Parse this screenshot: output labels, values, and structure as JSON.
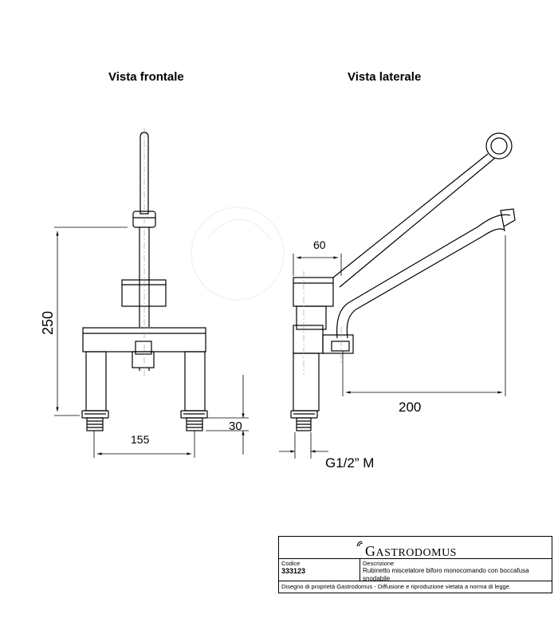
{
  "views": {
    "front_title": "Vista frontale",
    "side_title": "Vista laterale"
  },
  "dimensions": {
    "height": "250",
    "base_spacing": "155",
    "thread_length": "30",
    "body_width": "60",
    "spout_reach": "200",
    "thread_spec": "G1/2” M"
  },
  "title_block": {
    "brand": "Gastrodomus",
    "brand_initial": "G",
    "brand_rest": "ASTRODOMUS",
    "code_label": "Codice",
    "code_value": "333123",
    "description_label": "Descrizione",
    "description_value": "Rubinetto miscelatore biforo monocomando con boccafusa snodabile",
    "footer": "Disegno di proprietà Gastrodomus - Diffusione e riproduzione vietata a norma di legge."
  }
}
